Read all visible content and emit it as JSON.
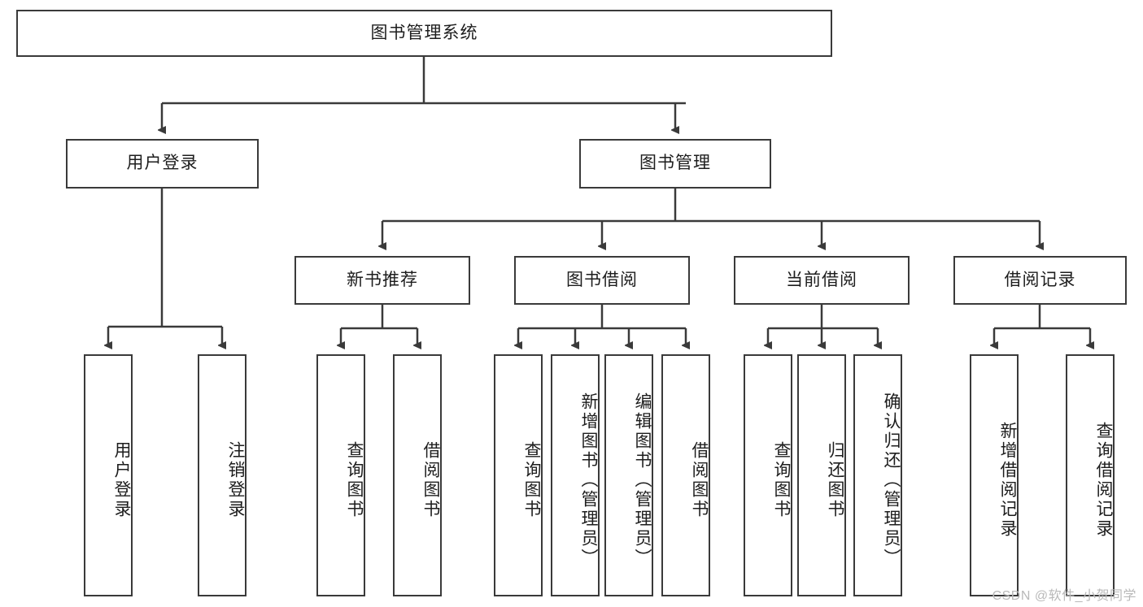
{
  "diagram": {
    "title": "图书管理系统",
    "watermark": "CSDN @软件_小贺同学",
    "colors": {
      "stroke": "#3a3a3a",
      "fill": "#ffffff",
      "text": "#1d1d1d",
      "watermark": "#b9b9b9"
    },
    "levels": {
      "root": {
        "label": "图书管理系统"
      },
      "level2": [
        {
          "label": "用户登录"
        },
        {
          "label": "图书管理"
        }
      ],
      "level3": [
        {
          "label": "新书推荐"
        },
        {
          "label": "图书借阅"
        },
        {
          "label": "当前借阅"
        },
        {
          "label": "借阅记录"
        }
      ],
      "leaves": {
        "user_login": [
          {
            "label": "用户登录"
          },
          {
            "label": "注销登录"
          }
        ],
        "new_book_recommend": [
          {
            "label": "查询图书"
          },
          {
            "label": "借阅图书"
          }
        ],
        "book_borrow": [
          {
            "label": "查询图书"
          },
          {
            "label": "新增图书（管理员）"
          },
          {
            "label": "编辑图书（管理员）"
          },
          {
            "label": "借阅图书"
          }
        ],
        "current_borrow": [
          {
            "label": "查询图书"
          },
          {
            "label": "归还图书"
          },
          {
            "label": "确认归还（管理员）"
          }
        ],
        "borrow_record": [
          {
            "label": "新增借阅记录"
          },
          {
            "label": "查询借阅记录"
          }
        ]
      }
    }
  }
}
